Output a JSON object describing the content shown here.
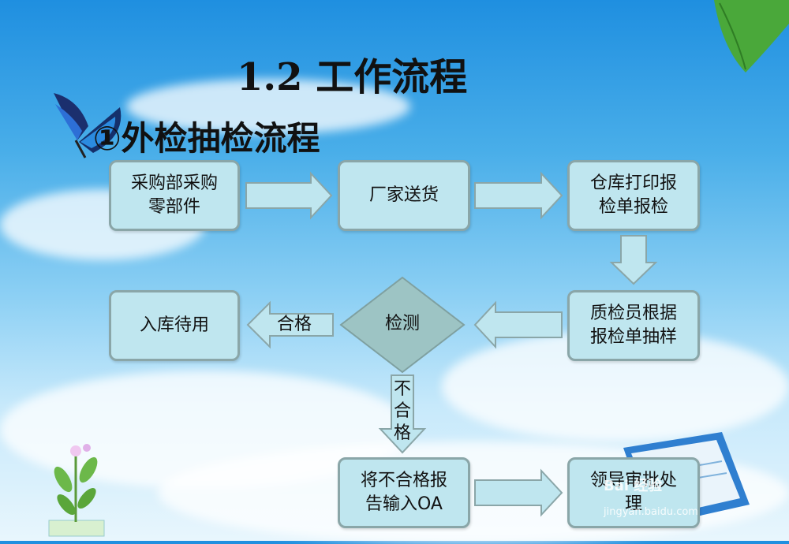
{
  "title": "1.2  工作流程",
  "subtitle": "①外检抽检流程",
  "nodes": {
    "purchase": [
      "采购部采购",
      "零部件"
    ],
    "delivery": [
      "厂家送货"
    ],
    "warehouse": [
      "仓库打印报",
      "检单报检"
    ],
    "inspector": [
      "质检员根据",
      "报检单抽样"
    ],
    "stock": [
      "入库待用"
    ],
    "oa": [
      "将不合格报",
      "告输入OA"
    ],
    "leader": [
      "领导审批处",
      "理"
    ]
  },
  "decision": "检测",
  "edges": {
    "pass": "合格",
    "fail": [
      "不",
      "合",
      "格"
    ]
  },
  "watermark": {
    "brand": "Bai 经验",
    "url": "jingyan.baidu.com"
  },
  "colors": {
    "box_fill": "#bfe6ef",
    "box_border": "#8aa6a8",
    "arrow_fill": "#bfe6ef",
    "arrow_border": "#8aa6a8"
  }
}
